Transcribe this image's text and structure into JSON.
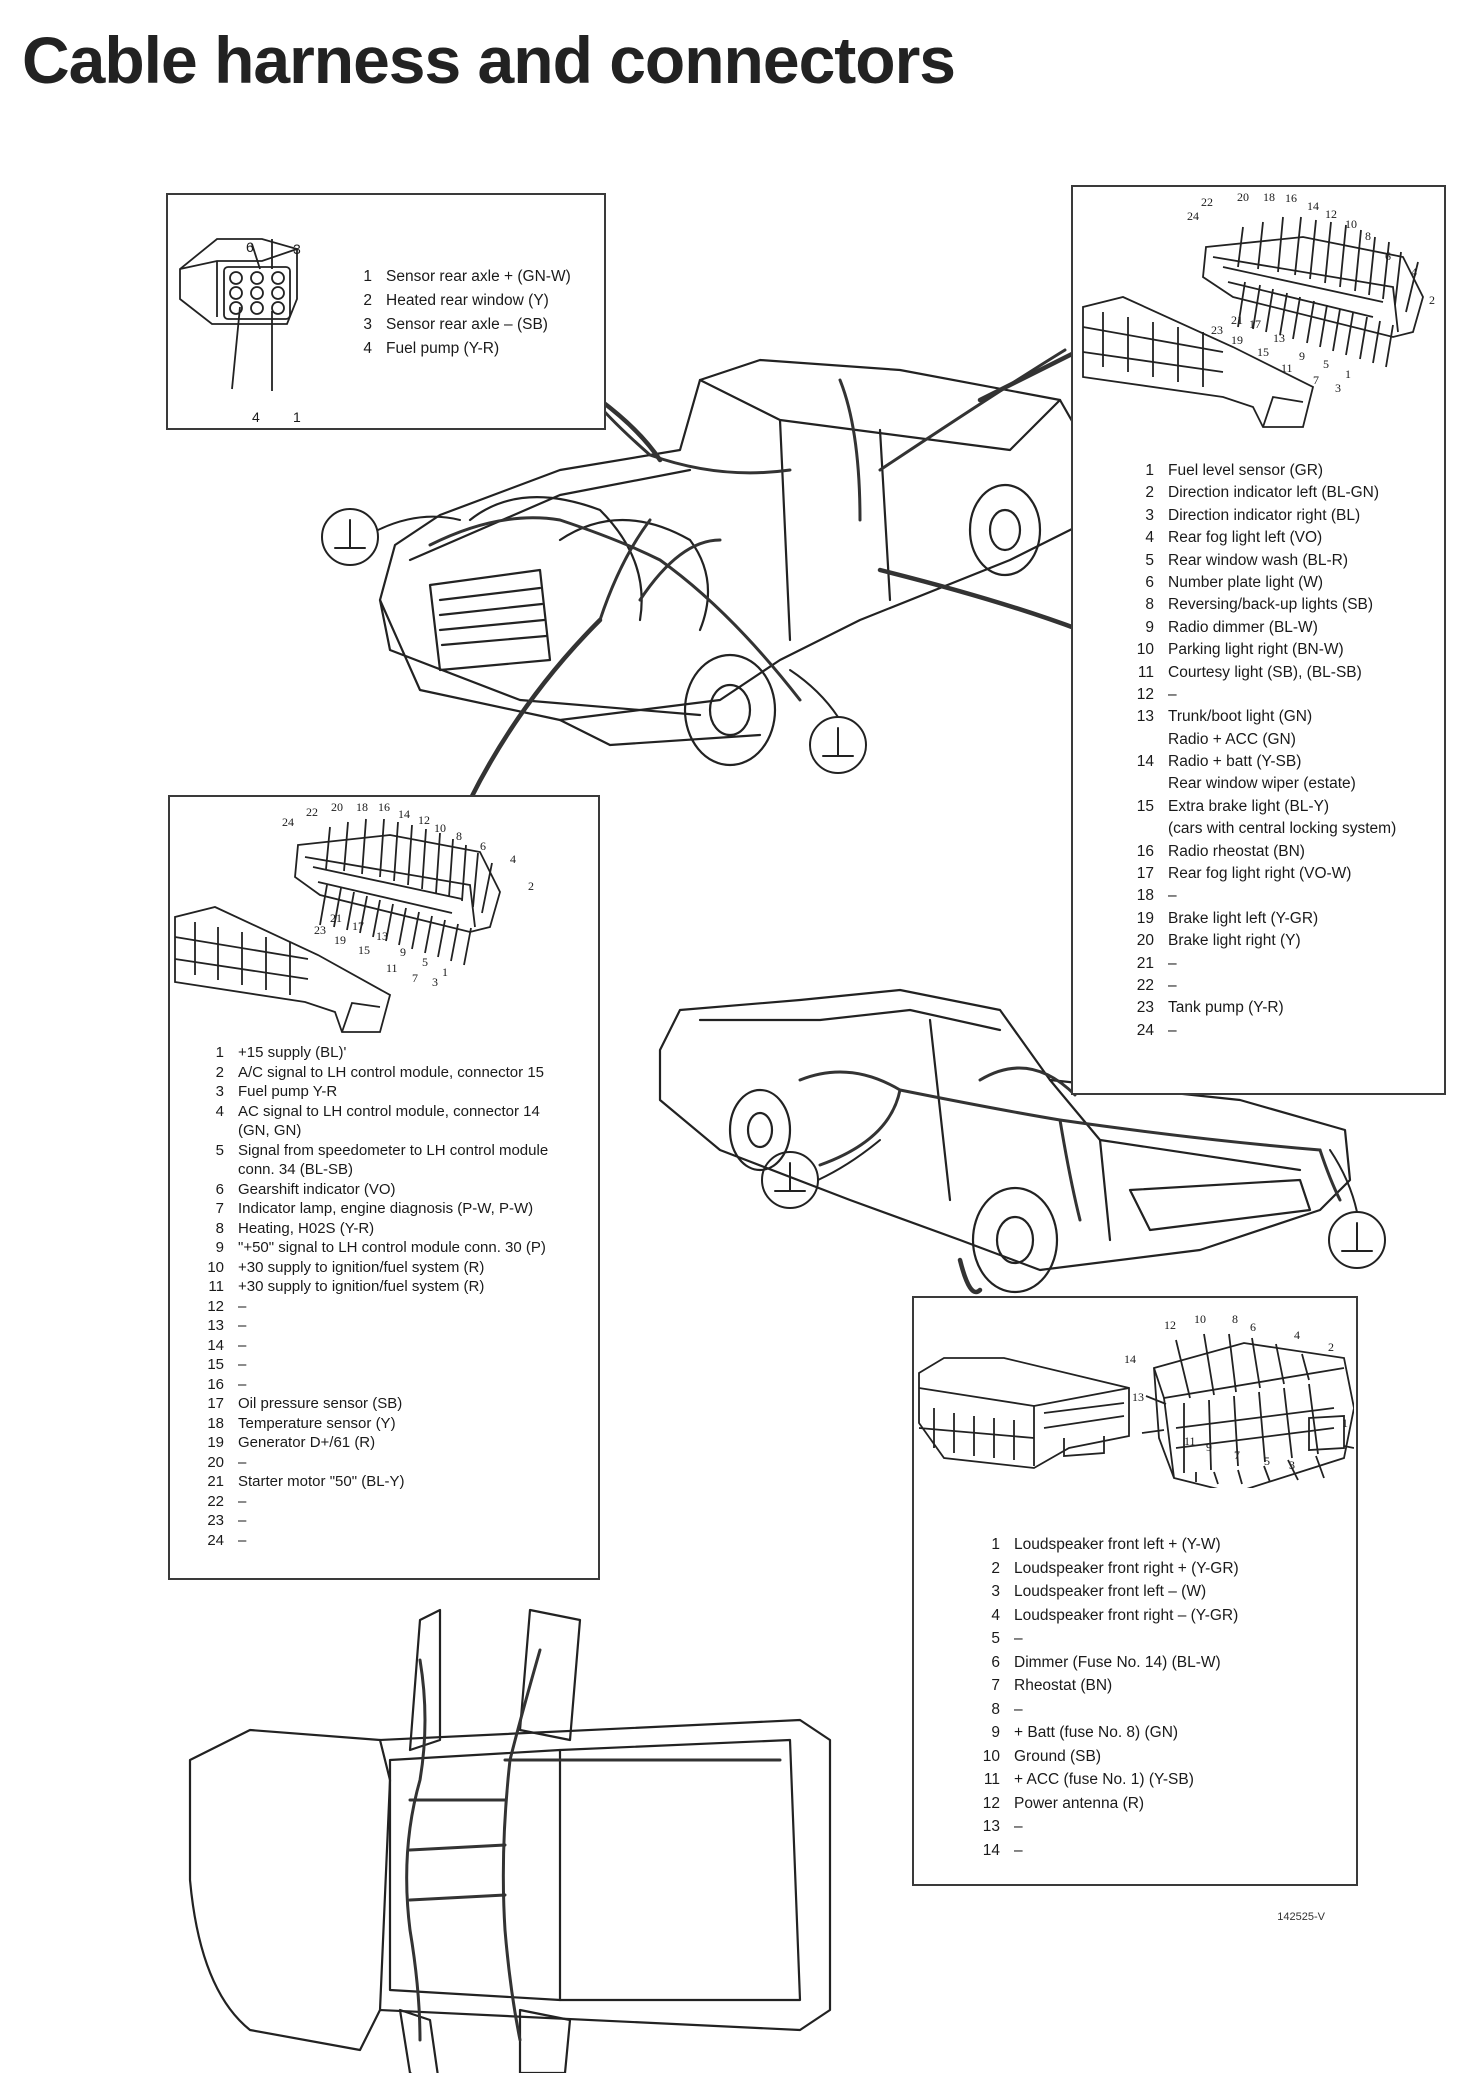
{
  "title": "Cable harness and connectors",
  "connector_a": {
    "pin_labels": [
      "6",
      "3",
      "4",
      "1"
    ],
    "items": [
      {
        "n": "1",
        "text": "Sensor rear axle  + (GN-W)"
      },
      {
        "n": "2",
        "text": "Heated rear window (Y)"
      },
      {
        "n": "3",
        "text": "Sensor rear axle  – (SB)"
      },
      {
        "n": "4",
        "text": "Fuel pump  (Y-R)"
      }
    ]
  },
  "connector_b": {
    "pin_labels": [
      "24",
      "22",
      "20",
      "18",
      "16",
      "14",
      "12",
      "10",
      "8",
      "6",
      "4",
      "2",
      "23",
      "21",
      "19",
      "17",
      "15",
      "13",
      "11",
      "9",
      "7",
      "5",
      "3",
      "1"
    ],
    "items": [
      {
        "n": "1",
        "text": "Fuel level sensor (GR)"
      },
      {
        "n": "2",
        "text": "Direction indicator left (BL-GN)"
      },
      {
        "n": "3",
        "text": "Direction indicator right (BL)"
      },
      {
        "n": "4",
        "text": "Rear fog light left (VO)"
      },
      {
        "n": "5",
        "text": "Rear window wash (BL-R)"
      },
      {
        "n": "6",
        "text": "Number plate light (W)"
      },
      {
        "n": "8",
        "text": "Reversing/back-up lights (SB)"
      },
      {
        "n": "9",
        "text": "Radio dimmer (BL-W)"
      },
      {
        "n": "10",
        "text": "Parking light right (BN-W)"
      },
      {
        "n": "11",
        "text": "Courtesy light (SB), (BL-SB)"
      },
      {
        "n": "12",
        "text": "–"
      },
      {
        "n": "13",
        "text": "Trunk/boot light (GN)"
      },
      {
        "n": "",
        "text": "Radio + ACC (GN)"
      },
      {
        "n": "14",
        "text": "Radio + batt (Y-SB)"
      },
      {
        "n": "",
        "text": "Rear window wiper (estate)"
      },
      {
        "n": "15",
        "text": "Extra brake light (BL-Y)"
      },
      {
        "n": "",
        "text": "(cars with central locking system)"
      },
      {
        "n": "16",
        "text": "Radio rheostat (BN)"
      },
      {
        "n": "17",
        "text": "Rear fog light right (VO-W)"
      },
      {
        "n": "18",
        "text": "–"
      },
      {
        "n": "19",
        "text": "Brake light left (Y-GR)"
      },
      {
        "n": "20",
        "text": "Brake light right (Y)"
      },
      {
        "n": "21",
        "text": "–"
      },
      {
        "n": "22",
        "text": "–"
      },
      {
        "n": "23",
        "text": "Tank pump (Y-R)"
      },
      {
        "n": "24",
        "text": "–"
      }
    ]
  },
  "connector_c": {
    "pin_labels": [
      "24",
      "22",
      "20",
      "18",
      "16",
      "14",
      "12",
      "10",
      "8",
      "6",
      "4",
      "2",
      "23",
      "21",
      "19",
      "17",
      "15",
      "13",
      "11",
      "9",
      "7",
      "5",
      "3",
      "1"
    ],
    "items": [
      {
        "n": "1",
        "text": "+15 supply (BL)'"
      },
      {
        "n": "2",
        "text": "A/C signal to LH control module, connector 15"
      },
      {
        "n": "3",
        "text": "Fuel pump Y-R"
      },
      {
        "n": "4",
        "text": "AC signal to LH control module, connector 14"
      },
      {
        "n": "",
        "text": "(GN, GN)"
      },
      {
        "n": "5",
        "text": "Signal from speedometer to LH control module"
      },
      {
        "n": "",
        "text": "conn. 34 (BL-SB)"
      },
      {
        "n": "6",
        "text": "Gearshift indicator (VO)"
      },
      {
        "n": "7",
        "text": "Indicator lamp, engine diagnosis (P-W, P-W)"
      },
      {
        "n": "8",
        "text": "Heating, H02S (Y-R)"
      },
      {
        "n": "9",
        "text": "\"+50\" signal to LH control module conn. 30 (P)"
      },
      {
        "n": "10",
        "text": "+30 supply to ignition/fuel system (R)"
      },
      {
        "n": "11",
        "text": "+30 supply to ignition/fuel system (R)"
      },
      {
        "n": "12",
        "text": "–"
      },
      {
        "n": "13",
        "text": "–"
      },
      {
        "n": "14",
        "text": "–"
      },
      {
        "n": "15",
        "text": "–"
      },
      {
        "n": "16",
        "text": "–"
      },
      {
        "n": "17",
        "text": "Oil pressure sensor (SB)"
      },
      {
        "n": "18",
        "text": "Temperature sensor (Y)"
      },
      {
        "n": "19",
        "text": "Generator D+/61 (R)"
      },
      {
        "n": "20",
        "text": "–"
      },
      {
        "n": "21",
        "text": "Starter motor \"50\" (BL-Y)"
      },
      {
        "n": "22",
        "text": "–"
      },
      {
        "n": "23",
        "text": "–"
      },
      {
        "n": "24",
        "text": "–"
      }
    ]
  },
  "connector_d": {
    "pin_labels": [
      "12",
      "10",
      "8",
      "6",
      "4",
      "2",
      "14",
      "13",
      "11",
      "9",
      "7",
      "5",
      "3",
      "1"
    ],
    "items": [
      {
        "n": "1",
        "text": "Loudspeaker front left + (Y-W)"
      },
      {
        "n": "2",
        "text": "Loudspeaker front right + (Y-GR)"
      },
      {
        "n": "3",
        "text": "Loudspeaker front left – (W)"
      },
      {
        "n": "4",
        "text": "Loudspeaker front right – (Y-GR)"
      },
      {
        "n": "5",
        "text": "–"
      },
      {
        "n": "6",
        "text": "Dimmer (Fuse No. 14) (BL-W)"
      },
      {
        "n": "7",
        "text": "Rheostat (BN)"
      },
      {
        "n": "8",
        "text": "–"
      },
      {
        "n": "9",
        "text": "+ Batt (fuse No. 8) (GN)"
      },
      {
        "n": "10",
        "text": "Ground (SB)"
      },
      {
        "n": "11",
        "text": "+ ACC (fuse No. 1) (Y-SB)"
      },
      {
        "n": "12",
        "text": "Power antenna (R)"
      },
      {
        "n": "13",
        "text": "–"
      },
      {
        "n": "14",
        "text": "–"
      }
    ]
  },
  "figure_code": "142525-V"
}
